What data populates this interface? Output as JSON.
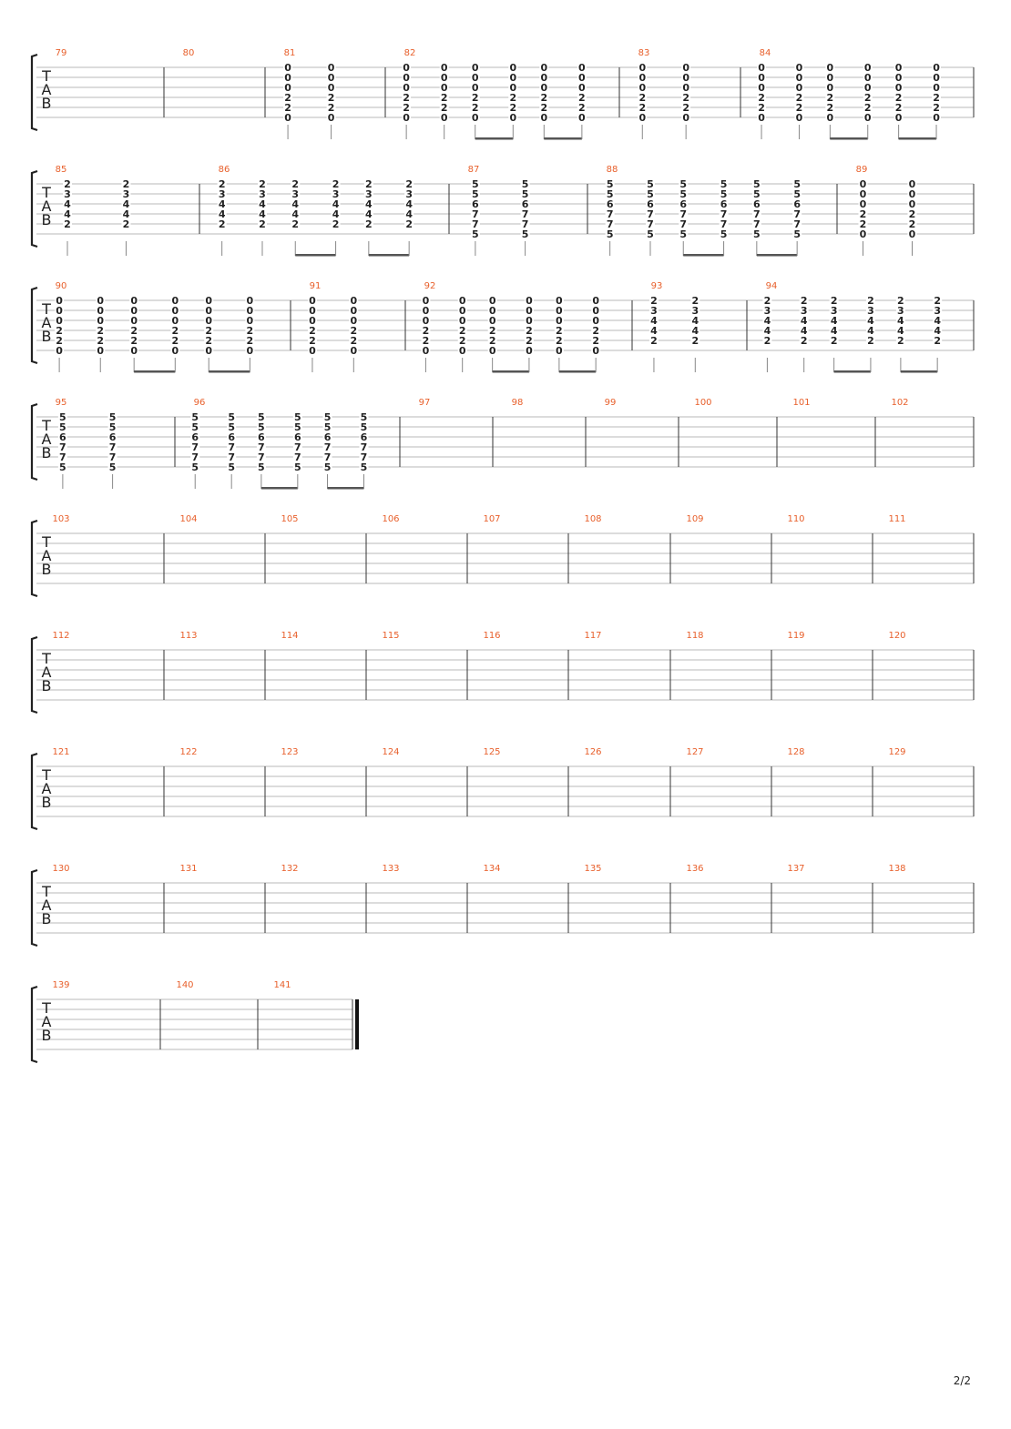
{
  "page_number": "2/2",
  "tab_letters": [
    "T",
    "A",
    "B"
  ],
  "chords": {
    "E5": [
      "0",
      "0",
      "0",
      "2",
      "2",
      "0"
    ],
    "Bm": [
      "2",
      "3",
      "4",
      "4",
      "2",
      ""
    ],
    "A": [
      "5",
      "5",
      "6",
      "7",
      "7",
      "5"
    ]
  },
  "systems": [
    {
      "measures": [
        {
          "number": "79",
          "events": []
        },
        {
          "number": "80",
          "events": []
        },
        {
          "number": "81",
          "events": [
            {
              "chord": "E5"
            },
            {
              "chord": "E5"
            }
          ]
        },
        {
          "number": "82",
          "events": [
            {
              "chord": "E5"
            },
            {
              "chord": "E5"
            },
            {
              "chord": "E5",
              "beam": true
            },
            {
              "chord": "E5"
            },
            {
              "chord": "E5",
              "beam": true
            },
            {
              "chord": "E5"
            }
          ]
        },
        {
          "number": "83",
          "events": [
            {
              "chord": "E5"
            },
            {
              "chord": "E5"
            }
          ]
        },
        {
          "number": "84",
          "events": [
            {
              "chord": "E5"
            },
            {
              "chord": "E5"
            },
            {
              "chord": "E5",
              "beam": true
            },
            {
              "chord": "E5"
            },
            {
              "chord": "E5",
              "beam": true
            },
            {
              "chord": "E5"
            }
          ]
        }
      ]
    },
    {
      "measures": [
        {
          "number": "85",
          "events": [
            {
              "chord": "Bm"
            },
            {
              "chord": "Bm"
            }
          ]
        },
        {
          "number": "86",
          "events": [
            {
              "chord": "Bm"
            },
            {
              "chord": "Bm"
            },
            {
              "chord": "Bm",
              "beam": true
            },
            {
              "chord": "Bm"
            },
            {
              "chord": "Bm",
              "beam": true
            },
            {
              "chord": "Bm"
            }
          ]
        },
        {
          "number": "87",
          "events": [
            {
              "chord": "A"
            },
            {
              "chord": "A"
            }
          ]
        },
        {
          "number": "88",
          "events": [
            {
              "chord": "A"
            },
            {
              "chord": "A"
            },
            {
              "chord": "A",
              "beam": true
            },
            {
              "chord": "A"
            },
            {
              "chord": "A",
              "beam": true
            },
            {
              "chord": "A"
            }
          ]
        },
        {
          "number": "89",
          "events": [
            {
              "chord": "E5"
            },
            {
              "chord": "E5"
            }
          ]
        }
      ]
    },
    {
      "measures": [
        {
          "number": "90",
          "events": [
            {
              "chord": "E5"
            },
            {
              "chord": "E5"
            },
            {
              "chord": "E5",
              "beam": true
            },
            {
              "chord": "E5"
            },
            {
              "chord": "E5",
              "beam": true
            },
            {
              "chord": "E5"
            }
          ]
        },
        {
          "number": "91",
          "events": [
            {
              "chord": "E5"
            },
            {
              "chord": "E5"
            }
          ]
        },
        {
          "number": "92",
          "events": [
            {
              "chord": "E5"
            },
            {
              "chord": "E5"
            },
            {
              "chord": "E5",
              "beam": true
            },
            {
              "chord": "E5"
            },
            {
              "chord": "E5",
              "beam": true
            },
            {
              "chord": "E5"
            }
          ]
        },
        {
          "number": "93",
          "events": [
            {
              "chord": "Bm"
            },
            {
              "chord": "Bm"
            }
          ]
        },
        {
          "number": "94",
          "events": [
            {
              "chord": "Bm"
            },
            {
              "chord": "Bm"
            },
            {
              "chord": "Bm",
              "beam": true
            },
            {
              "chord": "Bm"
            },
            {
              "chord": "Bm",
              "beam": true
            },
            {
              "chord": "Bm"
            }
          ]
        }
      ]
    },
    {
      "measures": [
        {
          "number": "95",
          "events": [
            {
              "chord": "A"
            },
            {
              "chord": "A"
            }
          ]
        },
        {
          "number": "96",
          "events": [
            {
              "chord": "A"
            },
            {
              "chord": "A"
            },
            {
              "chord": "A",
              "beam": true
            },
            {
              "chord": "A"
            },
            {
              "chord": "A",
              "beam": true
            },
            {
              "chord": "A"
            }
          ]
        },
        {
          "number": "97",
          "events": []
        },
        {
          "number": "98",
          "events": []
        },
        {
          "number": "99",
          "events": []
        },
        {
          "number": "100",
          "events": []
        },
        {
          "number": "101",
          "events": []
        },
        {
          "number": "102",
          "events": []
        }
      ]
    },
    {
      "measures": [
        {
          "number": "103",
          "events": []
        },
        {
          "number": "104",
          "events": []
        },
        {
          "number": "105",
          "events": []
        },
        {
          "number": "106",
          "events": []
        },
        {
          "number": "107",
          "events": []
        },
        {
          "number": "108",
          "events": []
        },
        {
          "number": "109",
          "events": []
        },
        {
          "number": "110",
          "events": []
        },
        {
          "number": "111",
          "events": []
        }
      ]
    },
    {
      "measures": [
        {
          "number": "112",
          "events": []
        },
        {
          "number": "113",
          "events": []
        },
        {
          "number": "114",
          "events": []
        },
        {
          "number": "115",
          "events": []
        },
        {
          "number": "116",
          "events": []
        },
        {
          "number": "117",
          "events": []
        },
        {
          "number": "118",
          "events": []
        },
        {
          "number": "119",
          "events": []
        },
        {
          "number": "120",
          "events": []
        }
      ]
    },
    {
      "measures": [
        {
          "number": "121",
          "events": []
        },
        {
          "number": "122",
          "events": []
        },
        {
          "number": "123",
          "events": []
        },
        {
          "number": "124",
          "events": []
        },
        {
          "number": "125",
          "events": []
        },
        {
          "number": "126",
          "events": []
        },
        {
          "number": "127",
          "events": []
        },
        {
          "number": "128",
          "events": []
        },
        {
          "number": "129",
          "events": []
        }
      ]
    },
    {
      "measures": [
        {
          "number": "130",
          "events": []
        },
        {
          "number": "131",
          "events": []
        },
        {
          "number": "132",
          "events": []
        },
        {
          "number": "133",
          "events": []
        },
        {
          "number": "134",
          "events": []
        },
        {
          "number": "135",
          "events": []
        },
        {
          "number": "136",
          "events": []
        },
        {
          "number": "137",
          "events": []
        },
        {
          "number": "138",
          "events": []
        }
      ]
    },
    {
      "final_barline": true,
      "measures": [
        {
          "number": "139",
          "events": []
        },
        {
          "number": "140",
          "events": []
        },
        {
          "number": "141",
          "events": []
        }
      ]
    }
  ]
}
